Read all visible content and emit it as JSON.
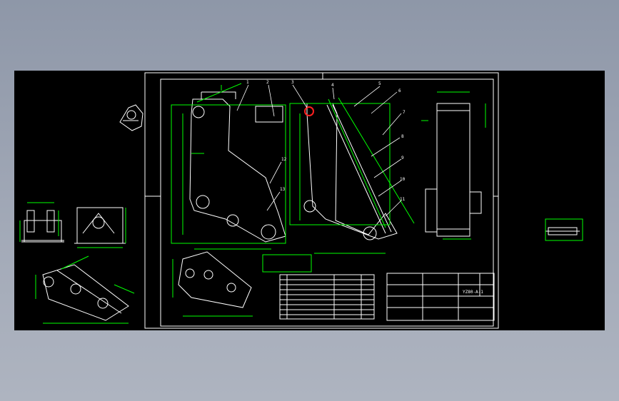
{
  "viewport": {
    "background": "#000000"
  },
  "colors": {
    "outline": "#ffffff",
    "dimension": "#00ff00",
    "highlight": "#ff2020",
    "centerline": "#ffff66"
  },
  "title_block": {
    "drawing_code": "YZ80-A-1"
  },
  "balloons": [
    "1",
    "2",
    "3",
    "4",
    "5",
    "6",
    "7",
    "8",
    "9",
    "10",
    "11",
    "12",
    "13"
  ]
}
